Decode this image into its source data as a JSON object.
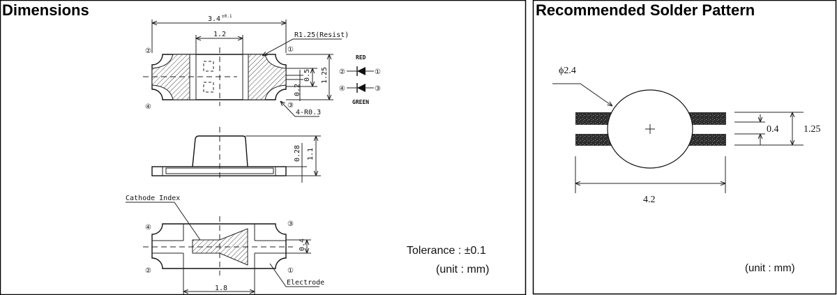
{
  "dimensions_panel": {
    "title": "Dimensions",
    "top_view": {
      "overall_length": "3.4",
      "overall_tolerance": "±0.1",
      "center_width": "1.2",
      "resist_radius": "R1.25(Resist)",
      "corner_radius": "4-R0.3",
      "lead_width": "0.5",
      "lead_gap": "0.2",
      "body_width": "1.25",
      "pins": [
        "①",
        "②",
        "③",
        "④"
      ]
    },
    "circuit": {
      "red_label": "RED",
      "green_label": "GREEN",
      "row1": [
        "②",
        "①"
      ],
      "row2": [
        "④",
        "③"
      ]
    },
    "side_view": {
      "height": "1.1",
      "base_height": "0.28"
    },
    "bottom_view": {
      "cathode_label": "Cathode Index",
      "electrode_label": "Electrode",
      "index_width": "0.4",
      "electrode_gap": "1.8",
      "pins": [
        "①",
        "②",
        "③",
        "④"
      ]
    },
    "tolerance": "Tolerance : ±0.1",
    "unit": "(unit : mm)"
  },
  "solder_panel": {
    "title": "Recommended Solder Pattern",
    "diameter": "ϕ2.4",
    "gap": "0.4",
    "width": "1.25",
    "length": "4.2",
    "unit": "(unit : mm)",
    "pad_color": "#2e2e2e"
  }
}
